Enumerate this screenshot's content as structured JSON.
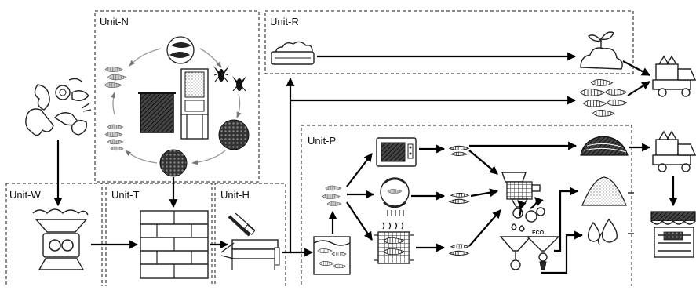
{
  "units": {
    "N": "Unit-N",
    "R": "Unit-R",
    "W": "Unit-W",
    "T": "Unit-T",
    "H": "Unit-H",
    "P": "Unit-P"
  },
  "icons": {
    "eco_label": "ECO"
  }
}
